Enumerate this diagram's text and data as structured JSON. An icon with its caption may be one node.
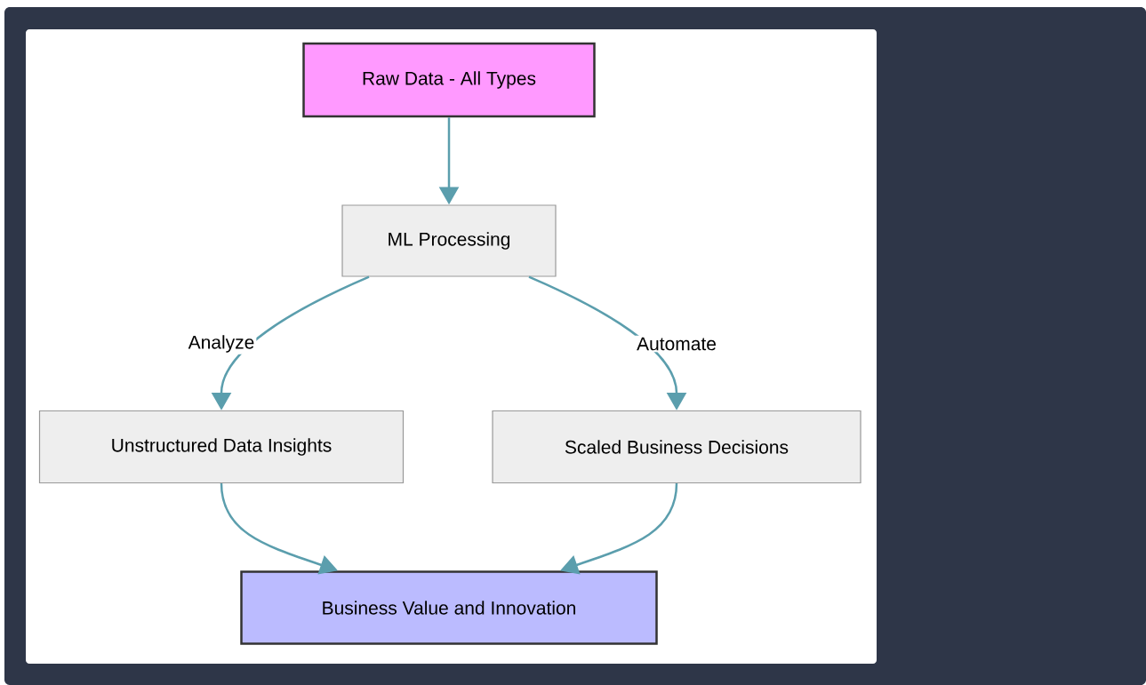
{
  "diagram": {
    "nodes": [
      {
        "text": [
          "Raw Data - All Types"
        ]
      },
      {
        "text": [
          "ML Processing"
        ]
      },
      {
        "text": [
          "Unstructured Data Insights"
        ]
      },
      {
        "text": [
          "Scaled Business Decisions"
        ]
      },
      {
        "text": [
          "Business Value and Innovation"
        ]
      }
    ],
    "edges": [
      {
        "from": 0,
        "to": 1,
        "arrow": "to"
      },
      {
        "from": 1,
        "to": 2,
        "arrow": "to",
        "label": "Analyze"
      },
      {
        "from": 1,
        "to": 3,
        "arrow": "to",
        "label": "Automate"
      },
      {
        "from": 2,
        "to": 4,
        "arrow": "to"
      },
      {
        "from": 3,
        "to": 4,
        "arrow": "to"
      }
    ]
  }
}
